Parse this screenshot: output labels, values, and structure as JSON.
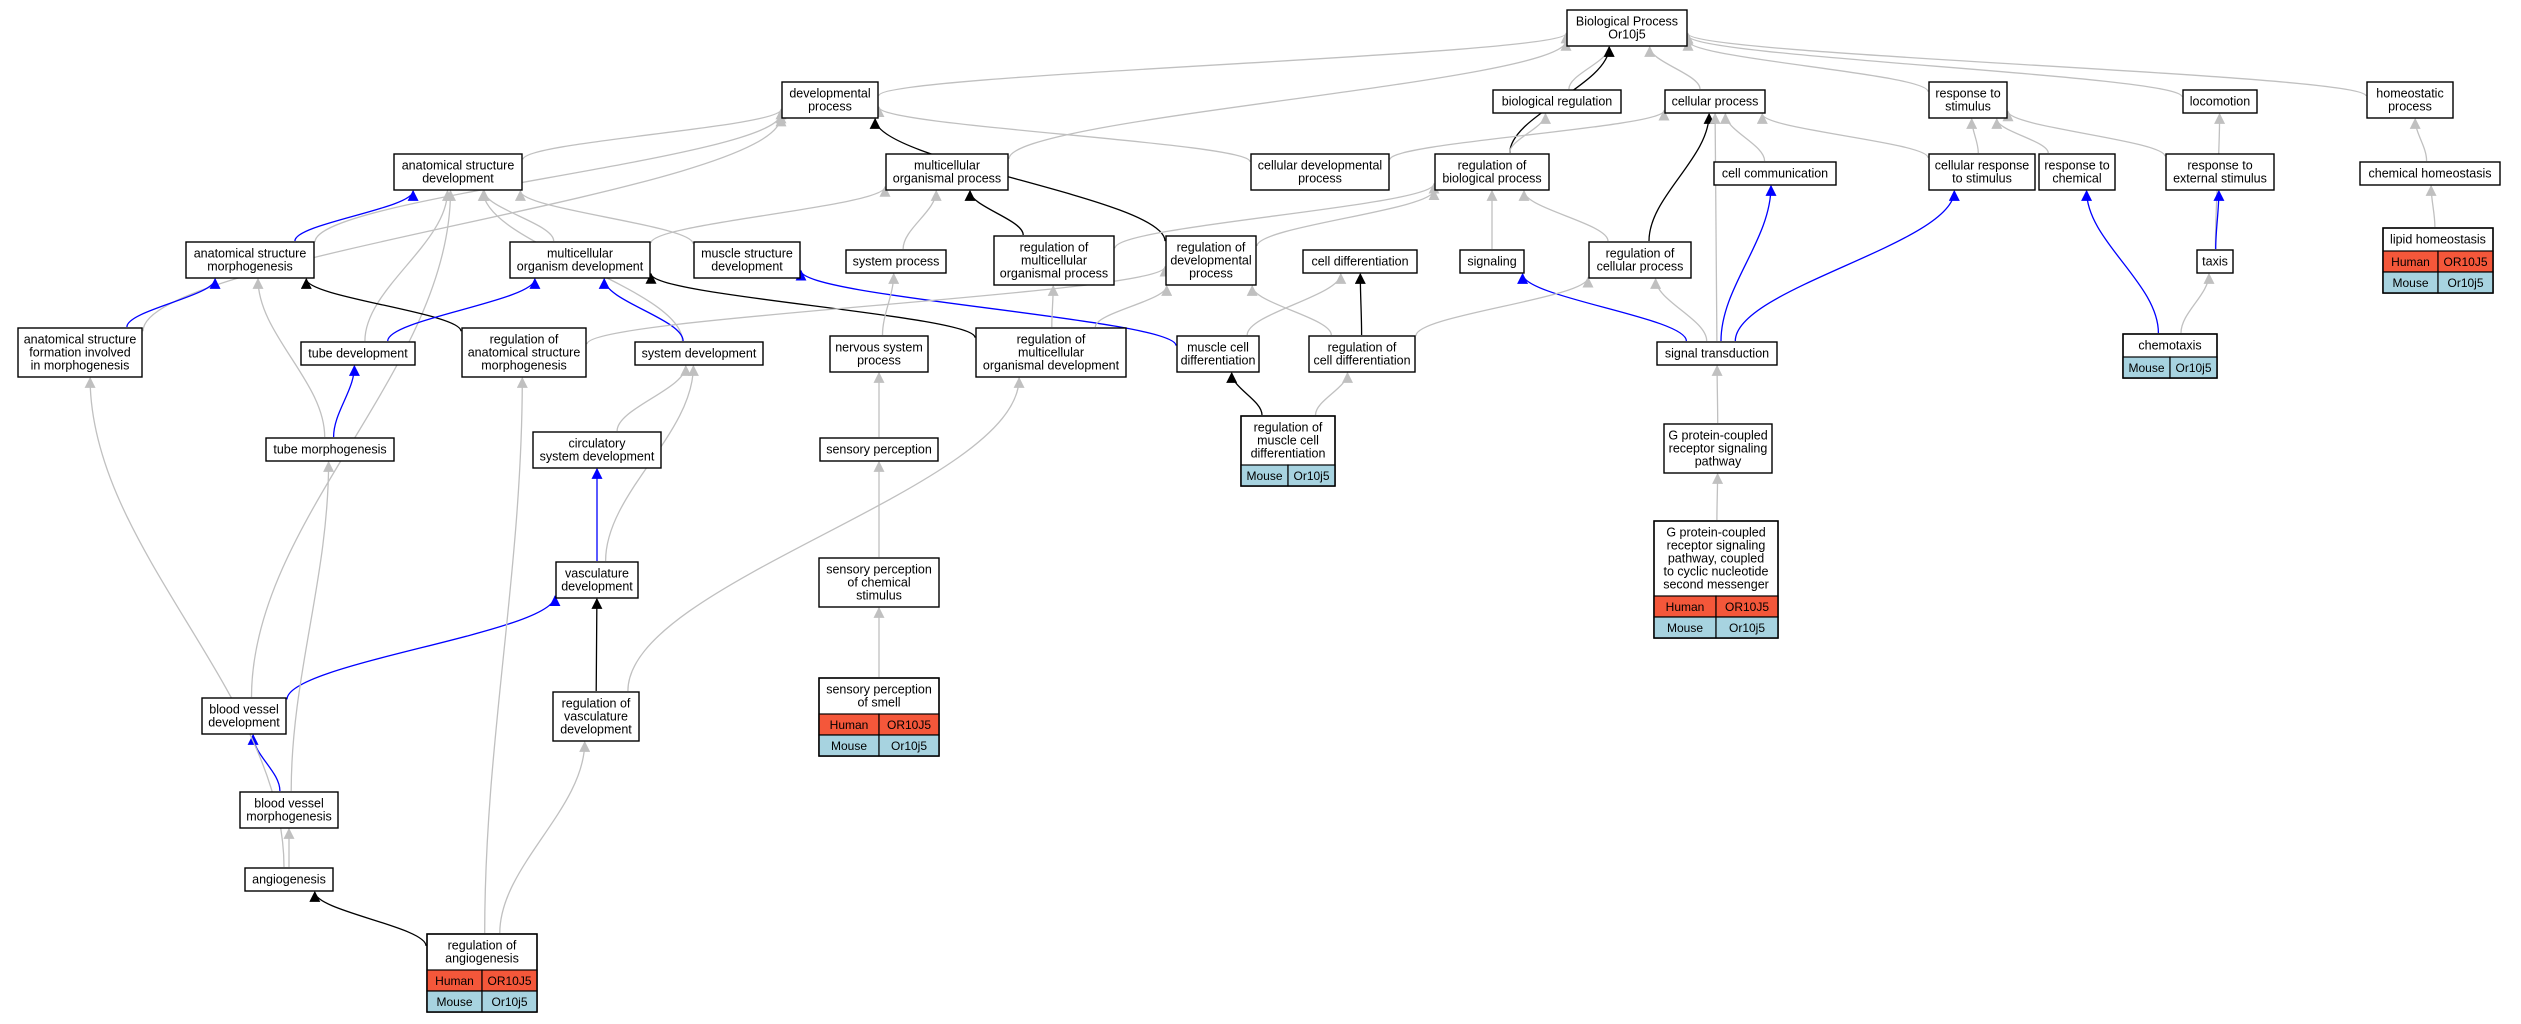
{
  "colors": {
    "is_a": "#c0c0c0",
    "part_of": "#0000ff",
    "regulates": "#000000",
    "human_cell": "#f4573a",
    "mouse_cell": "#a7d3e0"
  },
  "nodes": [
    {
      "id": "bp",
      "lines": [
        "Biological Process",
        "Or10j5"
      ]
    },
    {
      "id": "dev",
      "lines": [
        "developmental",
        "process"
      ]
    },
    {
      "id": "bioreg",
      "lines": [
        "biological regulation"
      ]
    },
    {
      "id": "cellproc",
      "lines": [
        "cellular process"
      ]
    },
    {
      "id": "resp",
      "lines": [
        "response to",
        "stimulus"
      ]
    },
    {
      "id": "loco",
      "lines": [
        "locomotion"
      ]
    },
    {
      "id": "homeo",
      "lines": [
        "homeostatic",
        "process"
      ]
    },
    {
      "id": "asd",
      "lines": [
        "anatomical structure",
        "development"
      ]
    },
    {
      "id": "mop",
      "lines": [
        "multicellular",
        "organismal process"
      ]
    },
    {
      "id": "cdp",
      "lines": [
        "cellular developmental",
        "process"
      ]
    },
    {
      "id": "rbp",
      "lines": [
        "regulation of",
        "biological process"
      ]
    },
    {
      "id": "cellcomm",
      "lines": [
        "cell communication"
      ]
    },
    {
      "id": "crs",
      "lines": [
        "cellular response",
        "to stimulus"
      ]
    },
    {
      "id": "rtc",
      "lines": [
        "response to",
        "chemical"
      ]
    },
    {
      "id": "res",
      "lines": [
        "response to",
        "external stimulus"
      ]
    },
    {
      "id": "chemhomeo",
      "lines": [
        "chemical homeostasis"
      ]
    },
    {
      "id": "asm",
      "lines": [
        "anatomical structure",
        "morphogenesis"
      ]
    },
    {
      "id": "mod",
      "lines": [
        "multicellular",
        "organism development"
      ]
    },
    {
      "id": "msd",
      "lines": [
        "muscle structure",
        "development"
      ]
    },
    {
      "id": "sysproc",
      "lines": [
        "system process"
      ]
    },
    {
      "id": "rmop",
      "lines": [
        "regulation of",
        "multicellular",
        "organismal process"
      ]
    },
    {
      "id": "rdp",
      "lines": [
        "regulation of",
        "developmental",
        "process"
      ]
    },
    {
      "id": "celldiff",
      "lines": [
        "cell differentiation"
      ]
    },
    {
      "id": "signaling",
      "lines": [
        "signaling"
      ]
    },
    {
      "id": "rcp",
      "lines": [
        "regulation of",
        "cellular process"
      ]
    },
    {
      "id": "taxis",
      "lines": [
        "taxis"
      ]
    },
    {
      "id": "asfm",
      "lines": [
        "anatomical structure",
        "formation involved",
        "in morphogenesis"
      ]
    },
    {
      "id": "tubedev",
      "lines": [
        "tube development"
      ]
    },
    {
      "id": "rasm",
      "lines": [
        "regulation of",
        "anatomical structure",
        "morphogenesis"
      ]
    },
    {
      "id": "sysdev",
      "lines": [
        "system development"
      ]
    },
    {
      "id": "nsp",
      "lines": [
        "nervous system",
        "process"
      ]
    },
    {
      "id": "rmod",
      "lines": [
        "regulation of",
        "multicellular",
        "organismal development"
      ]
    },
    {
      "id": "mcd",
      "lines": [
        "muscle cell",
        "differentiation"
      ]
    },
    {
      "id": "rcd",
      "lines": [
        "regulation of",
        "cell differentiation"
      ]
    },
    {
      "id": "sigtrans",
      "lines": [
        "signal transduction"
      ]
    },
    {
      "id": "chemotaxis",
      "lines": [
        "chemotaxis"
      ],
      "table": [
        [
          "Mouse",
          "Or10j5"
        ]
      ]
    },
    {
      "id": "lipid",
      "lines": [
        "lipid homeostasis"
      ],
      "table": [
        [
          "Human",
          "OR10J5"
        ],
        [
          "Mouse",
          "Or10j5"
        ]
      ]
    },
    {
      "id": "tubemorph",
      "lines": [
        "tube morphogenesis"
      ]
    },
    {
      "id": "circdev",
      "lines": [
        "circulatory",
        "system development"
      ]
    },
    {
      "id": "sensperc",
      "lines": [
        "sensory perception"
      ]
    },
    {
      "id": "rmcd",
      "lines": [
        "regulation of",
        "muscle cell",
        "differentiation"
      ],
      "table": [
        [
          "Mouse",
          "Or10j5"
        ]
      ]
    },
    {
      "id": "gpcr",
      "lines": [
        "G protein-coupled",
        "receptor signaling",
        "pathway"
      ]
    },
    {
      "id": "vascdev",
      "lines": [
        "vasculature",
        "development"
      ]
    },
    {
      "id": "spcs",
      "lines": [
        "sensory perception",
        "of chemical",
        "stimulus"
      ]
    },
    {
      "id": "gpcr2",
      "lines": [
        "G protein-coupled",
        "receptor signaling",
        "pathway, coupled",
        "to cyclic nucleotide",
        "second messenger"
      ],
      "table": [
        [
          "Human",
          "OR10J5"
        ],
        [
          "Mouse",
          "Or10j5"
        ]
      ]
    },
    {
      "id": "bvd",
      "lines": [
        "blood vessel",
        "development"
      ]
    },
    {
      "id": "rvd",
      "lines": [
        "regulation of",
        "vasculature",
        "development"
      ]
    },
    {
      "id": "smell",
      "lines": [
        "sensory perception",
        "of smell"
      ],
      "table": [
        [
          "Human",
          "OR10J5"
        ],
        [
          "Mouse",
          "Or10j5"
        ]
      ]
    },
    {
      "id": "bvm",
      "lines": [
        "blood vessel",
        "morphogenesis"
      ]
    },
    {
      "id": "angio",
      "lines": [
        "angiogenesis"
      ]
    },
    {
      "id": "rangio",
      "lines": [
        "regulation of",
        "angiogenesis"
      ],
      "table": [
        [
          "Human",
          "OR10J5"
        ],
        [
          "Mouse",
          "Or10j5"
        ]
      ]
    }
  ],
  "edges": [
    [
      "dev",
      "bp",
      "is_a"
    ],
    [
      "bioreg",
      "bp",
      "is_a"
    ],
    [
      "cellproc",
      "bp",
      "is_a"
    ],
    [
      "resp",
      "bp",
      "is_a"
    ],
    [
      "loco",
      "bp",
      "is_a"
    ],
    [
      "homeo",
      "bp",
      "is_a"
    ],
    [
      "rbp",
      "bp",
      "regulates"
    ],
    [
      "mop",
      "bp",
      "is_a"
    ],
    [
      "asd",
      "dev",
      "is_a"
    ],
    [
      "cdp",
      "dev",
      "is_a"
    ],
    [
      "rdp",
      "dev",
      "regulates"
    ],
    [
      "asm",
      "dev",
      "is_a"
    ],
    [
      "asfm",
      "dev",
      "is_a"
    ],
    [
      "mod",
      "mop",
      "is_a"
    ],
    [
      "sysproc",
      "mop",
      "is_a"
    ],
    [
      "rmop",
      "mop",
      "regulates"
    ],
    [
      "rbp",
      "bioreg",
      "is_a"
    ],
    [
      "cdp",
      "cellproc",
      "is_a"
    ],
    [
      "crs",
      "cellproc",
      "is_a"
    ],
    [
      "rcp",
      "cellproc",
      "regulates"
    ],
    [
      "sigtrans",
      "cellproc",
      "is_a"
    ],
    [
      "cellcomm",
      "cellproc",
      "is_a"
    ],
    [
      "crs",
      "resp",
      "is_a"
    ],
    [
      "rtc",
      "resp",
      "is_a"
    ],
    [
      "res",
      "resp",
      "is_a"
    ],
    [
      "taxis",
      "loco",
      "is_a"
    ],
    [
      "chemhomeo",
      "homeo",
      "is_a"
    ],
    [
      "lipid",
      "chemhomeo",
      "is_a"
    ],
    [
      "taxis",
      "res",
      "part_of"
    ],
    [
      "chemotaxis",
      "taxis",
      "is_a"
    ],
    [
      "chemotaxis",
      "rtc",
      "part_of"
    ],
    [
      "asm",
      "asd",
      "part_of"
    ],
    [
      "mod",
      "asd",
      "is_a"
    ],
    [
      "tubedev",
      "asd",
      "is_a"
    ],
    [
      "msd",
      "asd",
      "is_a"
    ],
    [
      "sysdev",
      "asd",
      "is_a"
    ],
    [
      "bvd",
      "asd",
      "is_a"
    ],
    [
      "asfm",
      "asm",
      "part_of"
    ],
    [
      "rasm",
      "asm",
      "regulates"
    ],
    [
      "tubemorph",
      "asm",
      "is_a"
    ],
    [
      "sysdev",
      "mod",
      "part_of"
    ],
    [
      "tubedev",
      "mod",
      "part_of"
    ],
    [
      "rmod",
      "mod",
      "regulates"
    ],
    [
      "mcd",
      "msd",
      "part_of"
    ],
    [
      "nsp",
      "sysproc",
      "is_a"
    ],
    [
      "rmod",
      "rmop",
      "is_a"
    ],
    [
      "rmop",
      "rbp",
      "is_a"
    ],
    [
      "rdp",
      "rbp",
      "is_a"
    ],
    [
      "signaling",
      "rbp",
      "is_a"
    ],
    [
      "rcp",
      "rbp",
      "is_a"
    ],
    [
      "mcd",
      "celldiff",
      "is_a"
    ],
    [
      "rcd",
      "celldiff",
      "regulates"
    ],
    [
      "rmod",
      "rdp",
      "is_a"
    ],
    [
      "rcd",
      "rdp",
      "is_a"
    ],
    [
      "rasm",
      "rdp",
      "is_a"
    ],
    [
      "sigtrans",
      "signaling",
      "part_of"
    ],
    [
      "sigtrans",
      "rcp",
      "is_a"
    ],
    [
      "rcd",
      "rcp",
      "is_a"
    ],
    [
      "sigtrans",
      "cellcomm",
      "part_of"
    ],
    [
      "sigtrans",
      "crs",
      "part_of"
    ],
    [
      "tubemorph",
      "tubedev",
      "part_of"
    ],
    [
      "circdev",
      "sysdev",
      "is_a"
    ],
    [
      "vascdev",
      "sysdev",
      "is_a"
    ],
    [
      "sensperc",
      "nsp",
      "is_a"
    ],
    [
      "rmcd",
      "mcd",
      "regulates"
    ],
    [
      "rmcd",
      "rcd",
      "is_a"
    ],
    [
      "gpcr",
      "sigtrans",
      "is_a"
    ],
    [
      "vascdev",
      "circdev",
      "part_of"
    ],
    [
      "spcs",
      "sensperc",
      "is_a"
    ],
    [
      "gpcr2",
      "gpcr",
      "is_a"
    ],
    [
      "bvd",
      "vascdev",
      "part_of"
    ],
    [
      "rvd",
      "vascdev",
      "regulates"
    ],
    [
      "rvd",
      "rmod",
      "is_a"
    ],
    [
      "smell",
      "spcs",
      "is_a"
    ],
    [
      "bvm",
      "bvd",
      "part_of"
    ],
    [
      "bvm",
      "tubemorph",
      "is_a"
    ],
    [
      "angio",
      "bvm",
      "is_a"
    ],
    [
      "angio",
      "asfm",
      "is_a"
    ],
    [
      "rangio",
      "angio",
      "regulates"
    ],
    [
      "rangio",
      "rvd",
      "is_a"
    ],
    [
      "rangio",
      "rasm",
      "is_a"
    ]
  ]
}
